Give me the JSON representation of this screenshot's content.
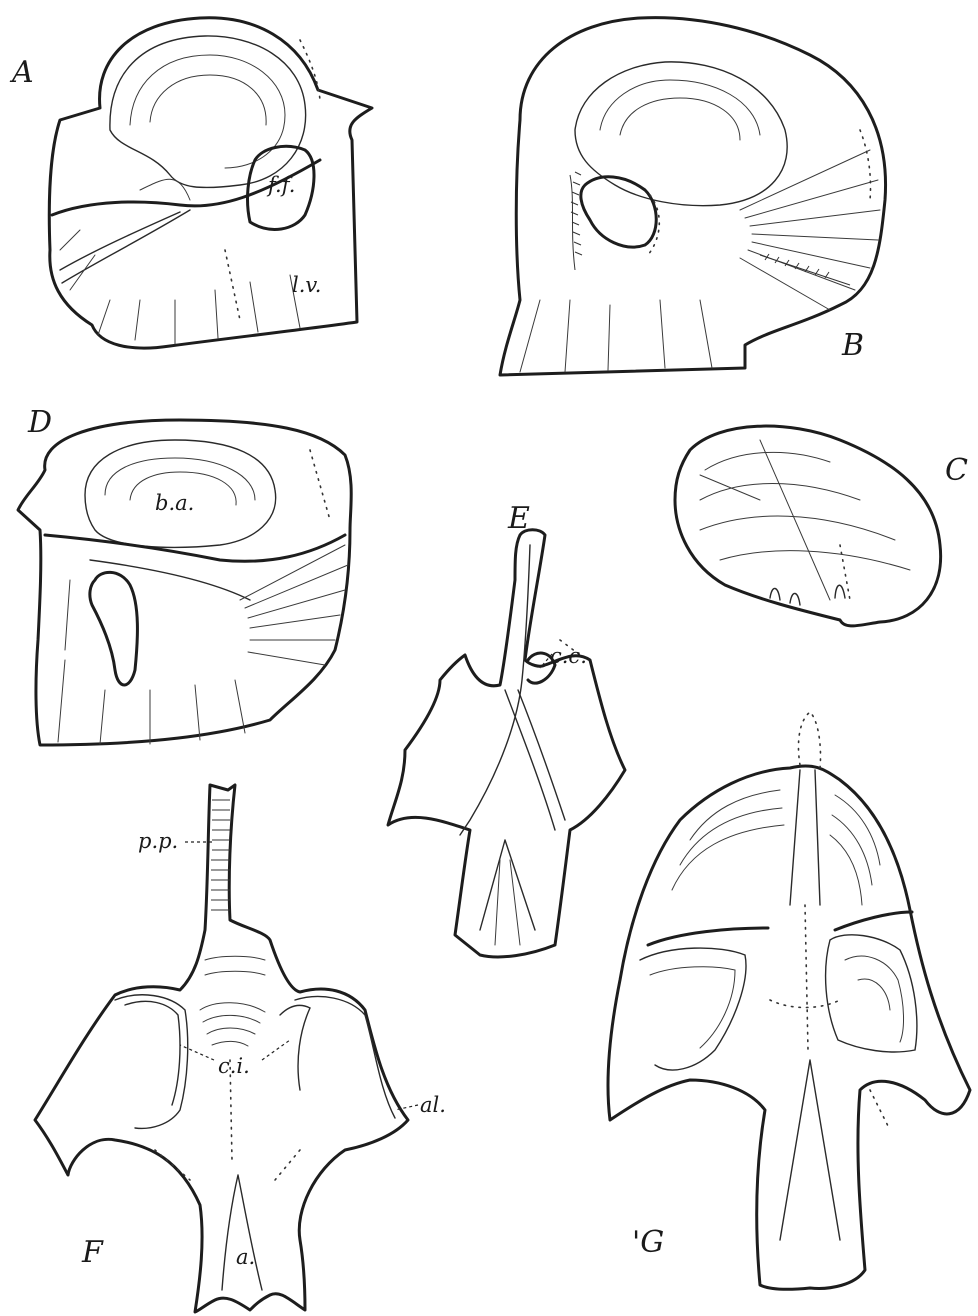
{
  "figure": {
    "panels": [
      {
        "id": "A",
        "label": "A",
        "annotations": [
          "f.f.",
          "l.v."
        ]
      },
      {
        "id": "B",
        "label": "B",
        "annotations": []
      },
      {
        "id": "C",
        "label": "C",
        "annotations": []
      },
      {
        "id": "D",
        "label": "D",
        "annotations": [
          "b.a."
        ]
      },
      {
        "id": "E",
        "label": "E",
        "annotations": [
          "c.c."
        ]
      },
      {
        "id": "F",
        "label": "F",
        "annotations": [
          "p.p.",
          "c.i.",
          "al.",
          "a."
        ]
      },
      {
        "id": "G",
        "label": "'G",
        "annotations": []
      }
    ]
  }
}
